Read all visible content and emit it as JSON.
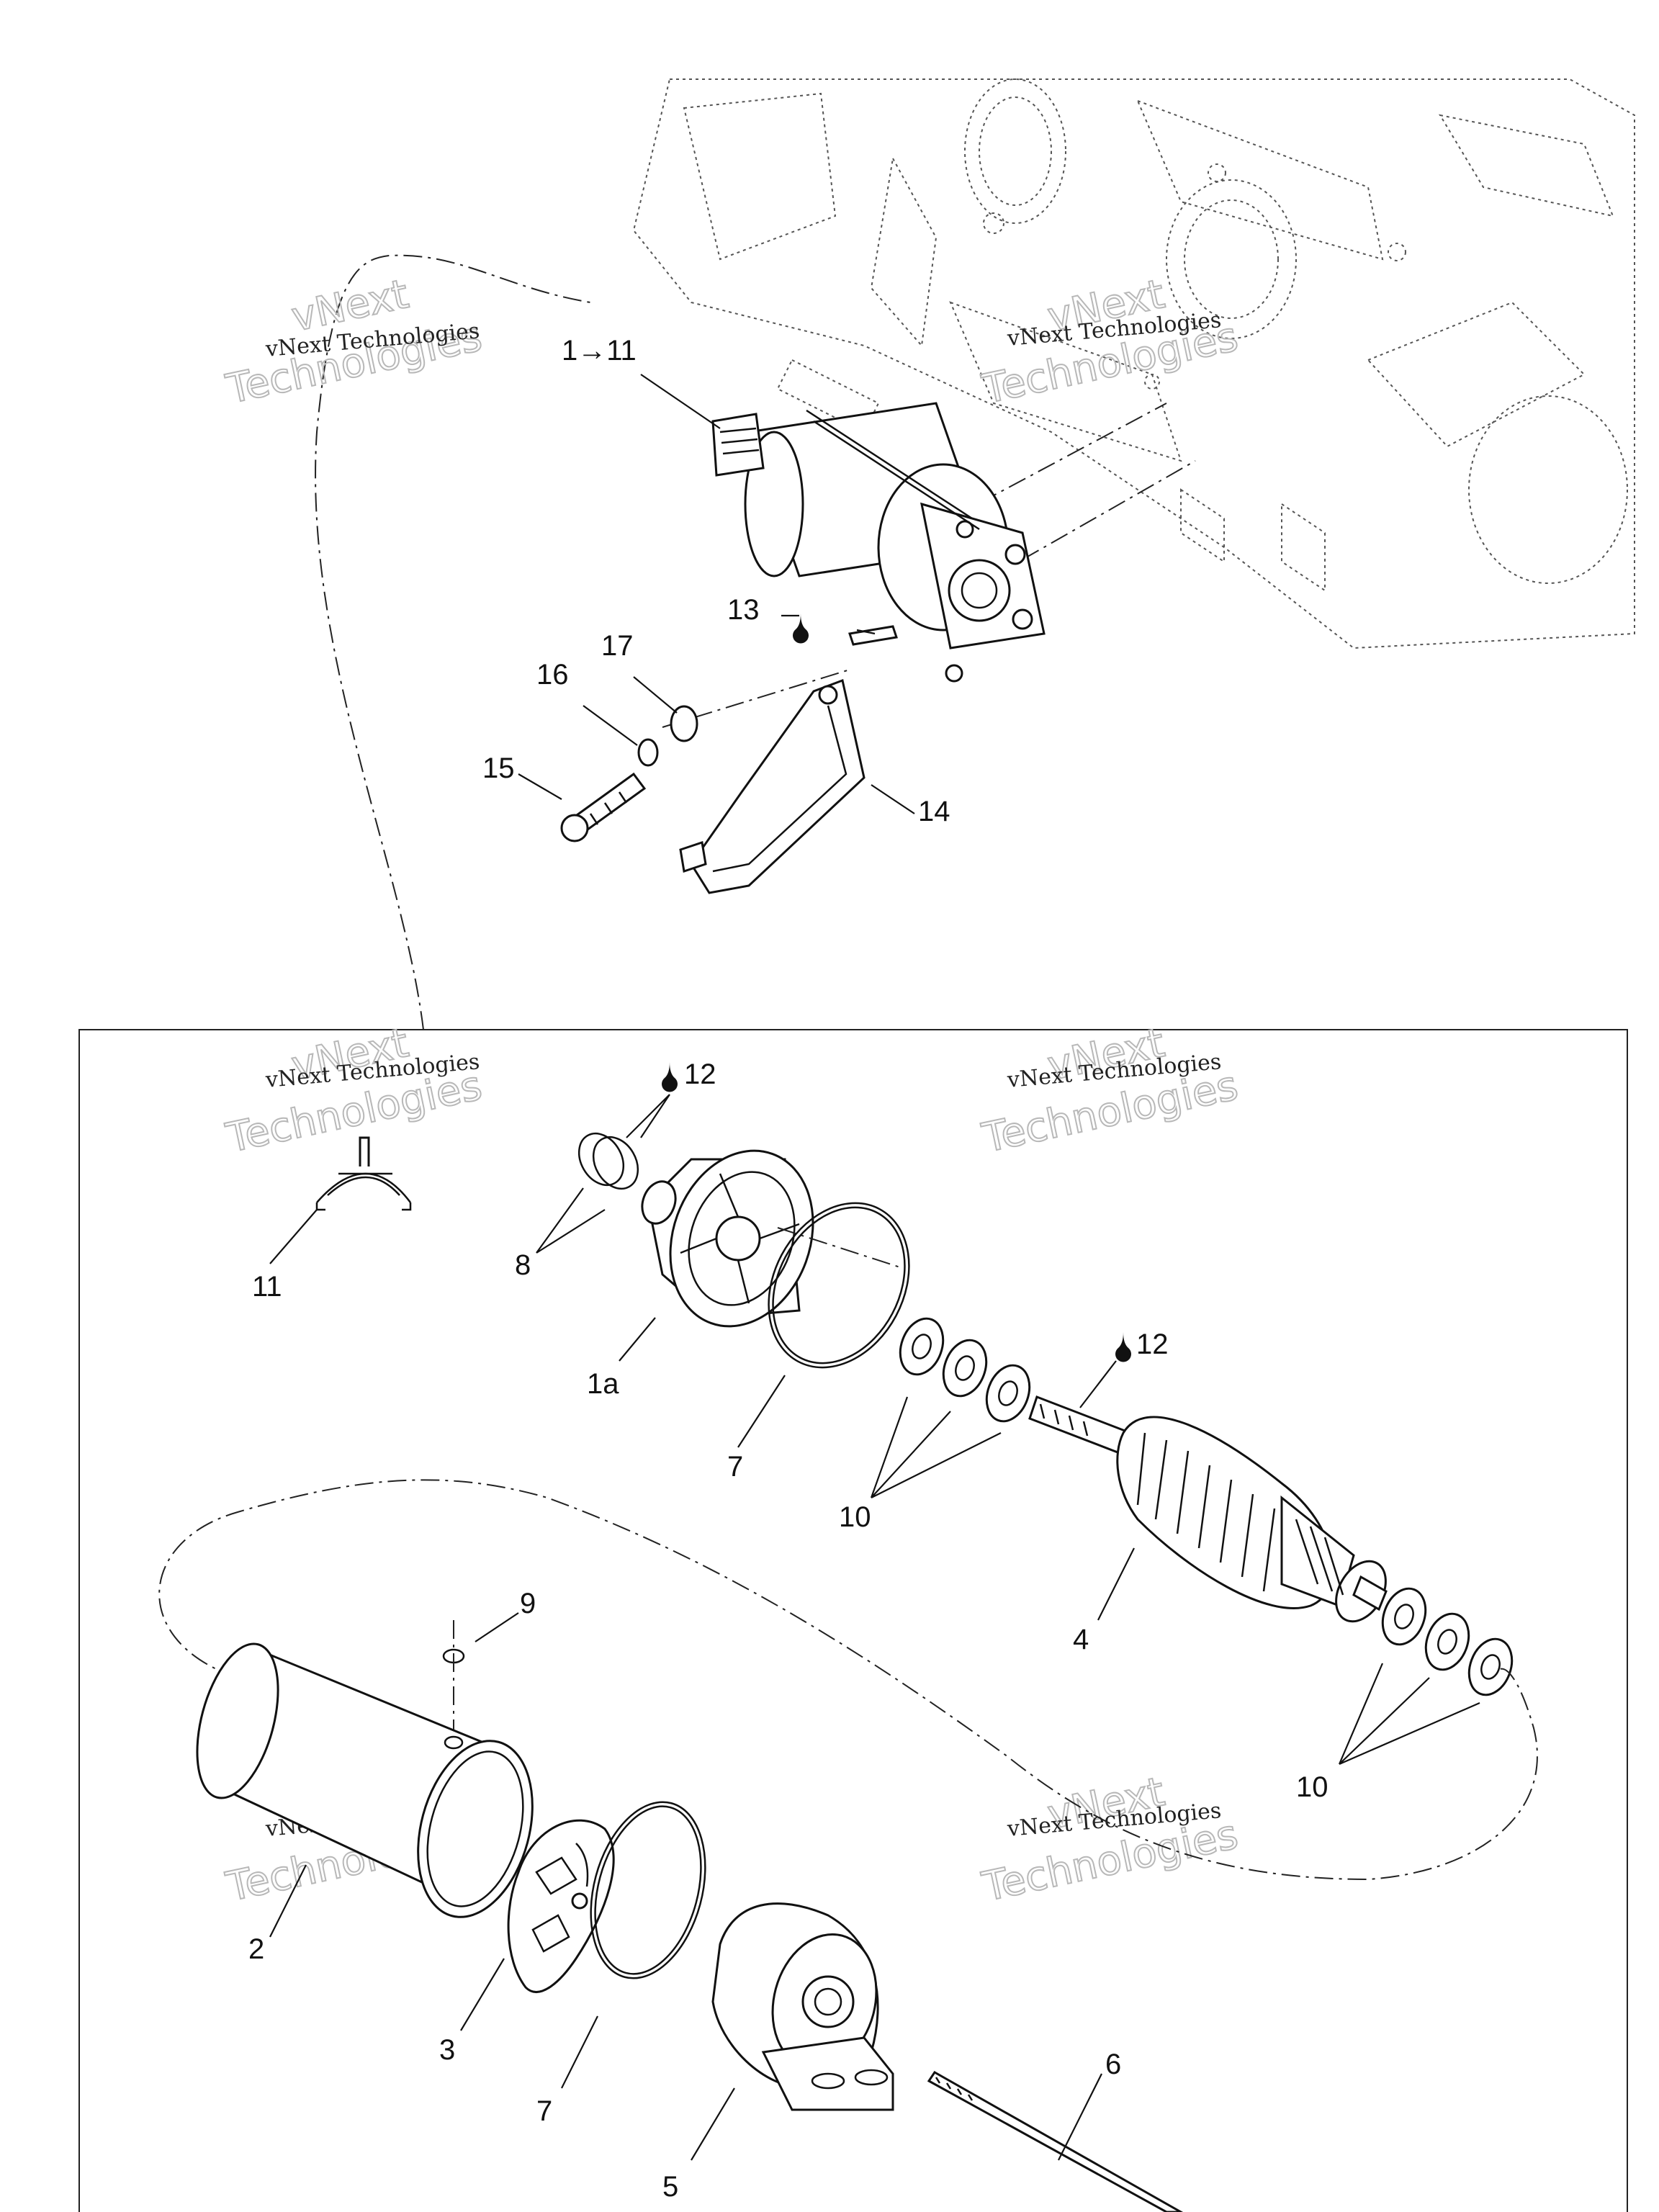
{
  "watermark": {
    "line1": "vNext Technologies",
    "line2": "vNext",
    "line3": "Technologies"
  },
  "callouts": {
    "assembly": "1→11",
    "c1a": "1a",
    "c2": "2",
    "c3": "3",
    "c4": "4",
    "c5": "5",
    "c6": "6",
    "c7a": "7",
    "c7b": "7",
    "c8": "8",
    "c9": "9",
    "c10a": "10",
    "c10b": "10",
    "c11": "11",
    "c12a": "12",
    "c12b": "12",
    "c13": "13",
    "c14": "14",
    "c15": "15",
    "c16": "16",
    "c17": "17"
  },
  "colors": {
    "ink": "#111111",
    "watermark_outline": "#b8b8b8",
    "background": "#ffffff"
  },
  "icons": [
    "lubricant-drop-icon"
  ]
}
